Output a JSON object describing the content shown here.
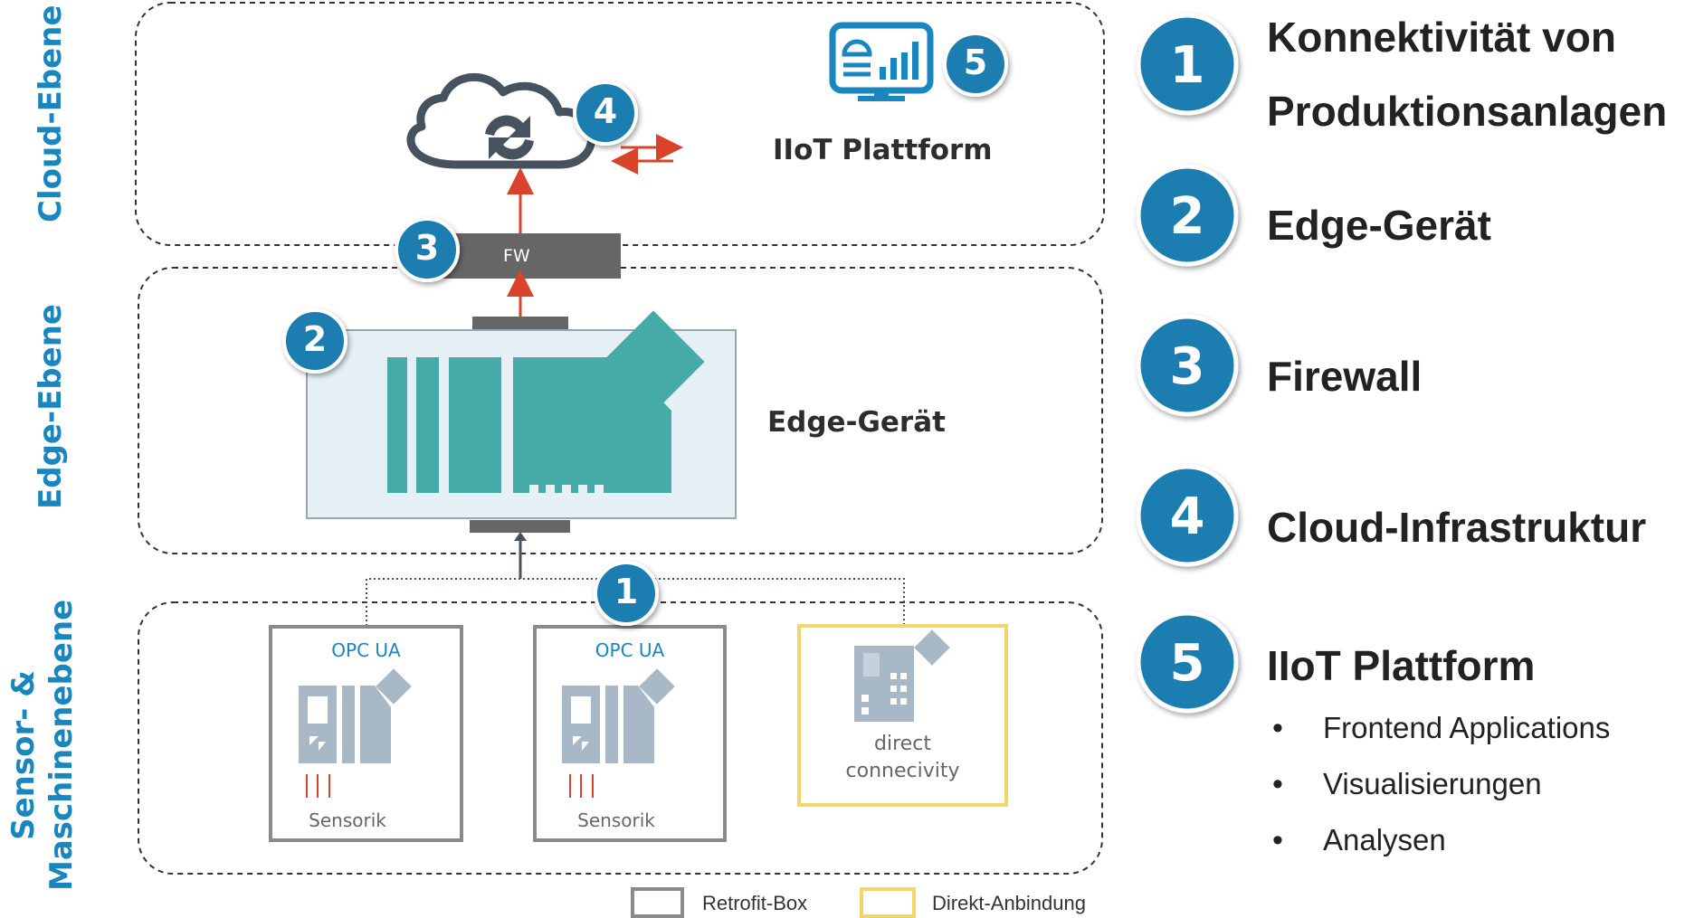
{
  "levels": {
    "cloud": "Cloud-Ebene",
    "edge": "Edge-Ebene",
    "sensor_line1": "Sensor- &",
    "sensor_line2": "Maschinenebene"
  },
  "diagram": {
    "iiot_platform_label": "IIoT Plattform",
    "edge_device_label": "Edge-Gerät",
    "firewall_label": "FW",
    "box1": {
      "protocol": "OPC UA",
      "caption": "Sensorik"
    },
    "box2": {
      "protocol": "OPC UA",
      "caption": "Sensorik"
    },
    "box3": {
      "line1": "direct",
      "line2": "connecivity"
    },
    "badges": [
      "1",
      "2",
      "3",
      "4",
      "5"
    ]
  },
  "legend": {
    "retrofit": "Retrofit-Box",
    "direct": "Direkt-Anbindung"
  },
  "list": [
    {
      "number": "1",
      "title_line1": "Konnektivität von",
      "title_line2": "Produktionsanlagen"
    },
    {
      "number": "2",
      "title": "Edge-Gerät"
    },
    {
      "number": "3",
      "title": "Firewall"
    },
    {
      "number": "4",
      "title": "Cloud-Infrastruktur"
    },
    {
      "number": "5",
      "title": "IIoT Plattform",
      "bullets": [
        "Frontend Applications",
        "Visualisierungen",
        "Analysen"
      ]
    }
  ],
  "colors": {
    "badge": "#1a7db0",
    "teal": "#45aaa8",
    "arrow": "#d9432b",
    "dark_arrow": "#4a5560",
    "retrofit_border": "#8a8a8a",
    "direct_border": "#f5d469",
    "device_gray": "#a9b8c6"
  }
}
